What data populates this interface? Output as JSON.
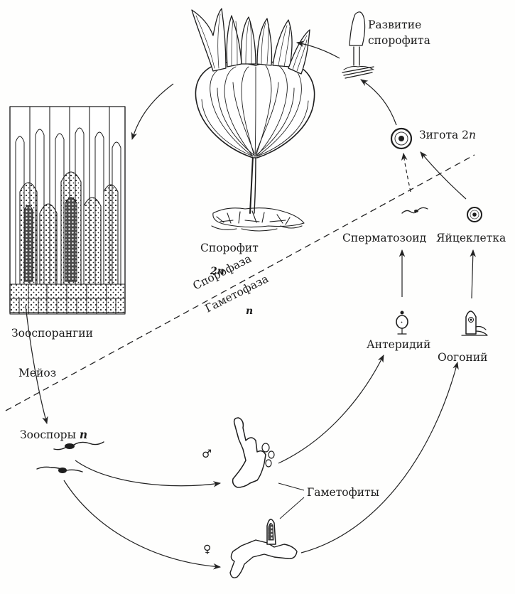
{
  "labels": {
    "sporophyte_development_line1": "Развитие",
    "sporophyte_development_line2": "спорофита",
    "zygote": "Зигота 2",
    "zygote_ploidy": "n",
    "sporophyte": "Спорофит",
    "ploidy_2n": "2n",
    "sporophase": "Спорофаза",
    "gametophase": "Гаметофаза",
    "ploidy_n": "n",
    "spermatozoid": "Сперматозоид",
    "egg_cell": "Яйцеклетка",
    "antheridium": "Антеридий",
    "oogonium": "Оогоний",
    "zoosporangia": "Зооспорангии",
    "meiosis": "Мейоз",
    "zoospores": "Зооспоры ",
    "zoospores_ploidy": "n",
    "gametophytes": "Гаметофиты",
    "male_symbol": "♂",
    "female_symbol": "♀"
  },
  "colors": {
    "ink": "#1e1e1e",
    "paper": "#fefefd"
  }
}
